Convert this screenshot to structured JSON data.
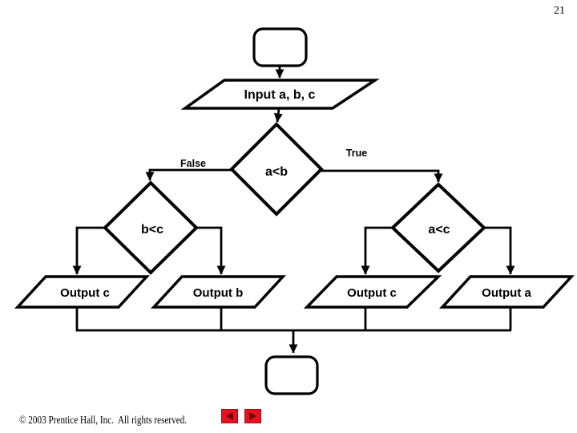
{
  "page": {
    "number": "21"
  },
  "slide": {
    "footer_copyright": "© 2003 Prentice Hall, Inc.  All rights reserved."
  },
  "nav": {
    "back_icon": "left-triangle",
    "forward_icon": "right-triangle",
    "button_color": "#e8121f",
    "arrow_color": "#6c0004"
  },
  "flowchart": {
    "input": {
      "label": "Input a, b, c"
    },
    "decisions": [
      {
        "label": "a<b"
      },
      {
        "label": "b<c"
      },
      {
        "label": "a<c"
      }
    ],
    "branches": {
      "false_label": "False",
      "true_label": "True"
    },
    "outputs": [
      {
        "label": "Output c"
      },
      {
        "label": "Output b"
      },
      {
        "label": "Output c"
      },
      {
        "label": "Output a"
      }
    ]
  }
}
